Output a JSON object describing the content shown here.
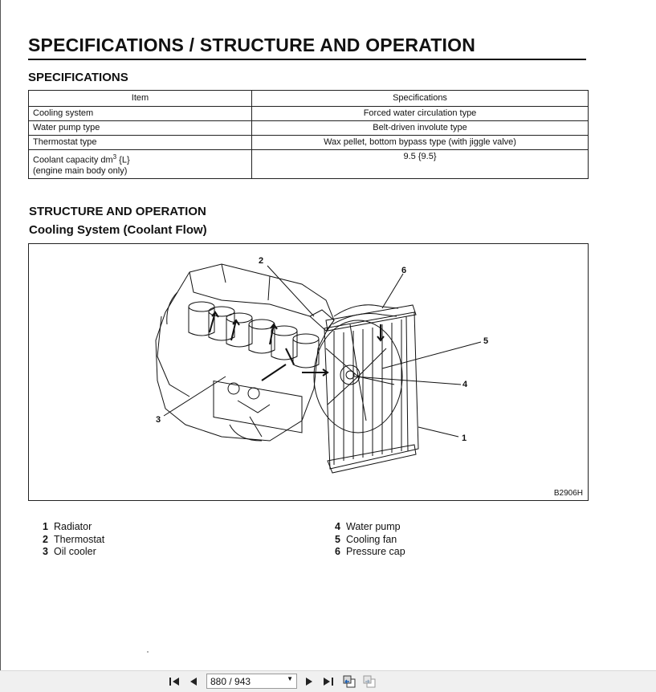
{
  "title": "SPECIFICATIONS / STRUCTURE AND OPERATION",
  "specs_heading": "SPECIFICATIONS",
  "table": {
    "headers": [
      "Item",
      "Specifications"
    ],
    "rows": [
      {
        "item": "Cooling system",
        "spec": "Forced water circulation type"
      },
      {
        "item": "Water pump type",
        "spec": "Belt-driven involute type"
      },
      {
        "item": "Thermostat type",
        "spec": "Wax pellet, bottom bypass type (with jiggle valve)"
      },
      {
        "item_line1": "Coolant capacity  dm",
        "item_sup": "3",
        "item_tail": " {L}",
        "item_line2": "(engine main body only)",
        "spec": "9.5 {9.5}"
      }
    ]
  },
  "structure_heading": "STRUCTURE AND OPERATION",
  "figure_heading": "Cooling System (Coolant Flow)",
  "figure": {
    "code": "B2906H",
    "callouts": [
      "1",
      "2",
      "3",
      "4",
      "5",
      "6"
    ]
  },
  "legend": {
    "left": [
      {
        "num": "1",
        "label": "Radiator"
      },
      {
        "num": "2",
        "label": "Thermostat"
      },
      {
        "num": "3",
        "label": "Oil cooler"
      }
    ],
    "right": [
      {
        "num": "4",
        "label": "Water pump"
      },
      {
        "num": "5",
        "label": "Cooling fan"
      },
      {
        "num": "6",
        "label": "Pressure cap"
      }
    ]
  },
  "toolbar": {
    "page_indicator": "880 / 943",
    "icons": [
      "first-page-icon",
      "previous-page-icon",
      "next-page-icon",
      "last-page-icon",
      "previous-view-icon",
      "next-view-icon"
    ]
  }
}
